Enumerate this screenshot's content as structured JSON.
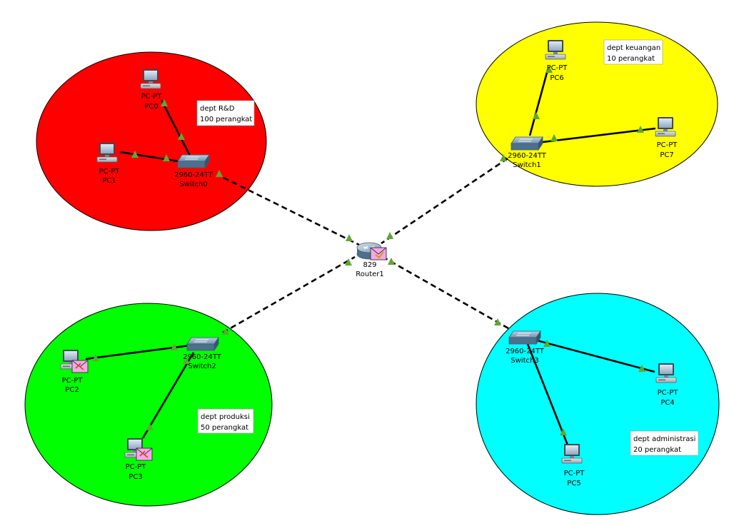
{
  "zones": [
    {
      "id": "rnd",
      "color": "#ff0000",
      "note_line1": "dept R&D",
      "note_line2": "100 perangkat"
    },
    {
      "id": "keuangan",
      "color": "#ffff00",
      "note_line1": "dept keuangan",
      "note_line2": "10 perangkat"
    },
    {
      "id": "produksi",
      "color": "#00ff00",
      "note_line1": "dept produksi",
      "note_line2": "50 perangkat"
    },
    {
      "id": "administrasi",
      "color": "#00ffff",
      "note_line1": "dept administrasi",
      "note_line2": "20 perangkat"
    }
  ],
  "router": {
    "model": "829",
    "name": "Router1"
  },
  "switches": [
    {
      "id": "switch0",
      "model": "2960-24TT",
      "name": "Switch0"
    },
    {
      "id": "switch1",
      "model": "2960-24TT",
      "name": "Switch1"
    },
    {
      "id": "switch2",
      "model": "2960-24TT",
      "name": "Switch2"
    },
    {
      "id": "switch3",
      "model": "2960-24TT",
      "name": "Switch3"
    }
  ],
  "pcs": [
    {
      "id": "pc0",
      "model": "PC-PT",
      "name": "PC0",
      "has_message": false
    },
    {
      "id": "pc1",
      "model": "PC-PT",
      "name": "PC1",
      "has_message": false
    },
    {
      "id": "pc2",
      "model": "PC-PT",
      "name": "PC2",
      "has_message": true
    },
    {
      "id": "pc3",
      "model": "PC-PT",
      "name": "PC3",
      "has_message": true
    },
    {
      "id": "pc4",
      "model": "PC-PT",
      "name": "PC4",
      "has_message": false
    },
    {
      "id": "pc5",
      "model": "PC-PT",
      "name": "PC5",
      "has_message": false
    },
    {
      "id": "pc6",
      "model": "PC-PT",
      "name": "PC6",
      "has_message": false
    },
    {
      "id": "pc7",
      "model": "PC-PT",
      "name": "PC7",
      "has_message": false
    }
  ],
  "link_colors": {
    "up": "#5fa832",
    "cable": "#000000"
  }
}
